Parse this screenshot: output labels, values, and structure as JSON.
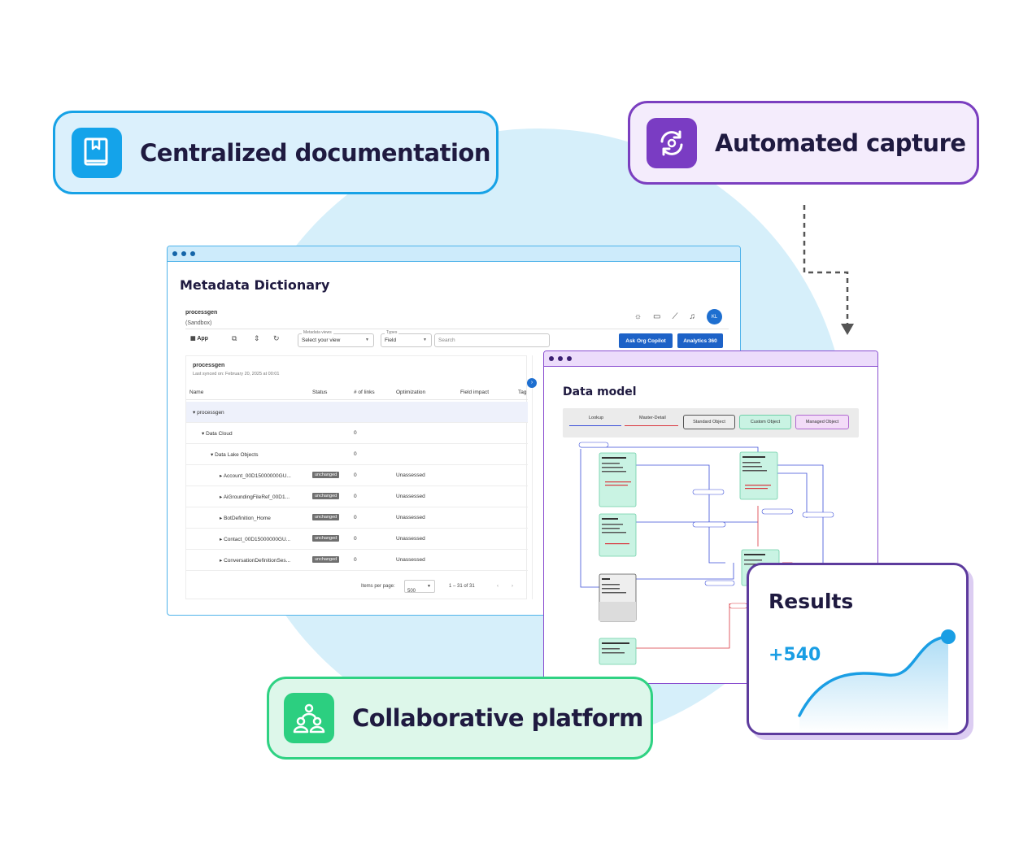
{
  "features": {
    "documentation": {
      "label": "Centralized documentation",
      "icon": "book-icon"
    },
    "capture": {
      "label": "Automated capture",
      "icon": "sync-icon"
    },
    "collaboration": {
      "label": "Collaborative platform",
      "icon": "team-icon"
    }
  },
  "metadata_window": {
    "title": "Metadata Dictionary",
    "org": {
      "name": "processgen",
      "environment": "(Sandbox)"
    },
    "avatar_initials": "KL",
    "toolbar": {
      "app_label": "App",
      "metadata_views_legend": "Metadata views",
      "metadata_views_value": "Select your view",
      "types_legend": "Types",
      "types_value": "Field",
      "search_placeholder": "Search",
      "ask_button": "Ask Org Copilot",
      "analytics_button": "Analytics 360"
    },
    "table": {
      "org_name": "processgen",
      "last_synced": "Last synced on: February 20, 2025 at 00:01",
      "columns": [
        "Name",
        "Status",
        "# of links",
        "Optimization",
        "Field impact",
        "Tag"
      ],
      "rows": [
        {
          "name": "▾  processgen",
          "indent": 0,
          "status": "",
          "links": "",
          "optimization": ""
        },
        {
          "name": "▾  Data Cloud",
          "indent": 1,
          "status": "",
          "links": "0",
          "optimization": ""
        },
        {
          "name": "▾  Data Lake Objects",
          "indent": 2,
          "status": "",
          "links": "0",
          "optimization": ""
        },
        {
          "name": "▸  Account_00D15000000GU...",
          "indent": 3,
          "status": "unchanged",
          "links": "0",
          "optimization": "Unassessed"
        },
        {
          "name": "▸  AiGroundingFileRef_00D1...",
          "indent": 3,
          "status": "unchanged",
          "links": "0",
          "optimization": "Unassessed"
        },
        {
          "name": "▸  BotDefinition_Home",
          "indent": 3,
          "status": "unchanged",
          "links": "0",
          "optimization": "Unassessed"
        },
        {
          "name": "▸  Contact_00D15000000GU...",
          "indent": 3,
          "status": "unchanged",
          "links": "0",
          "optimization": "Unassessed"
        },
        {
          "name": "▸  ConversationDefinitionSes...",
          "indent": 3,
          "status": "unchanged",
          "links": "0",
          "optimization": "Unassessed"
        }
      ],
      "items_per_page_label": "Items per page:",
      "items_per_page_value": "500",
      "range": "1 – 31 of 31"
    }
  },
  "data_model_window": {
    "title": "Data model",
    "legend": {
      "lookup": "Lookup",
      "master_detail": "Master-Detail",
      "standard_object": "Standard Object",
      "custom_object": "Custom Object",
      "managed_object": "Managed Object"
    },
    "colors": {
      "lookup": "#3b4fd8",
      "master_detail": "#d9363e",
      "custom_object": "#c9f3e3",
      "managed_object": "#f3dcf8"
    }
  },
  "results": {
    "title": "Results",
    "value": "+540",
    "accent": "#1a9ee4"
  }
}
